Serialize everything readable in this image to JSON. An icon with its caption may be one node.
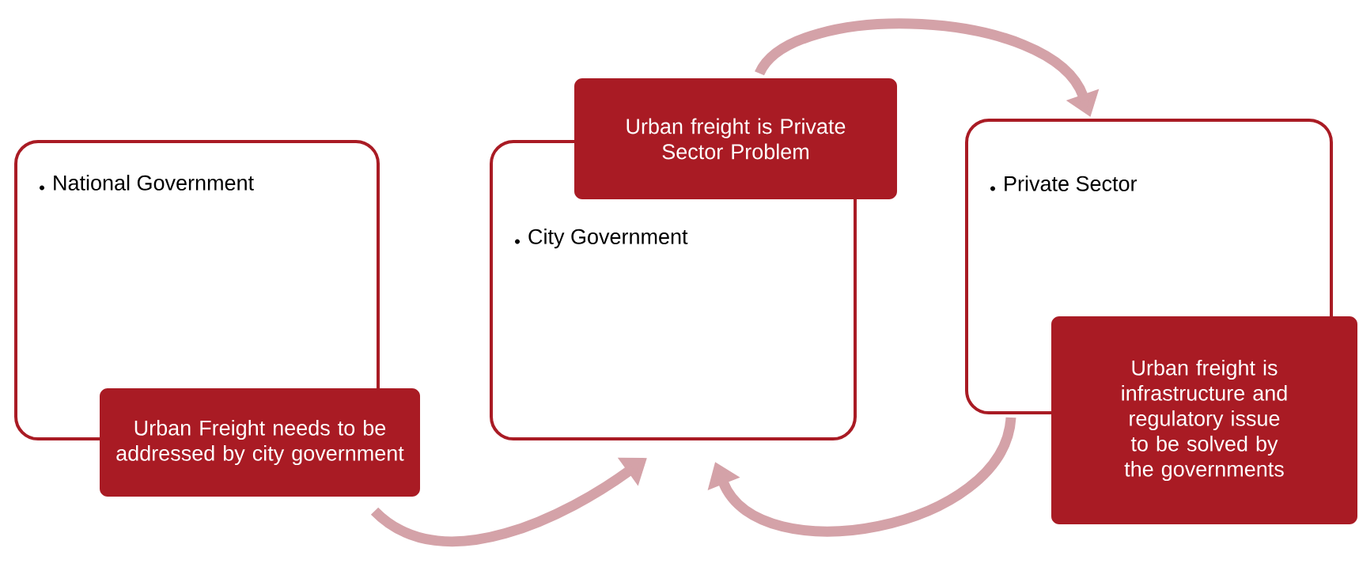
{
  "diagram": {
    "nodes": [
      {
        "text": [
          "National Government"
        ]
      },
      {
        "text": [
          "Urban Freight needs to be addressed by city government"
        ]
      },
      {
        "text": [
          "City Government"
        ]
      },
      {
        "text": [
          "Urban freight is Private Sector Problem"
        ]
      },
      {
        "text": [
          "Private Sector"
        ]
      },
      {
        "text": [
          "Urban freight is infrastructure and regulatory issue to be solved by the governments"
        ]
      }
    ],
    "edges": [
      {
        "from": 1,
        "to": 2,
        "arrow": "to"
      },
      {
        "from": 3,
        "to": 4,
        "arrow": "to"
      },
      {
        "from": 4,
        "to": 2,
        "arrow": "to"
      }
    ]
  }
}
